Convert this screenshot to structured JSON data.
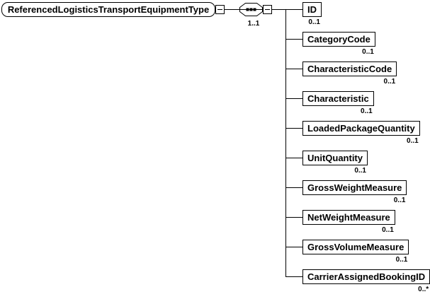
{
  "diagram": {
    "root": {
      "name": "ReferencedLogisticsTransportEquipmentType"
    },
    "compositor": {
      "type": "sequence",
      "icon": "sequence-icon",
      "cardinality": "1..1"
    },
    "collapse_buttons": [
      {
        "icon": "minus-icon",
        "state": "expanded"
      },
      {
        "icon": "minus-icon",
        "state": "expanded"
      }
    ],
    "children": [
      {
        "name": "ID",
        "cardinality": "0..1"
      },
      {
        "name": "CategoryCode",
        "cardinality": "0..1"
      },
      {
        "name": "CharacteristicCode",
        "cardinality": "0..1"
      },
      {
        "name": "Characteristic",
        "cardinality": "0..1"
      },
      {
        "name": "LoadedPackageQuantity",
        "cardinality": "0..1"
      },
      {
        "name": "UnitQuantity",
        "cardinality": "0..1"
      },
      {
        "name": "GrossWeightMeasure",
        "cardinality": "0..1"
      },
      {
        "name": "NetWeightMeasure",
        "cardinality": "0..1"
      },
      {
        "name": "GrossVolumeMeasure",
        "cardinality": "0..1"
      },
      {
        "name": "CarrierAssignedBookingID",
        "cardinality": "0..*"
      }
    ],
    "colors": {
      "line": "#000000",
      "box_fill": "#ffffff",
      "text": "#000000",
      "background": "#ffffff"
    }
  }
}
